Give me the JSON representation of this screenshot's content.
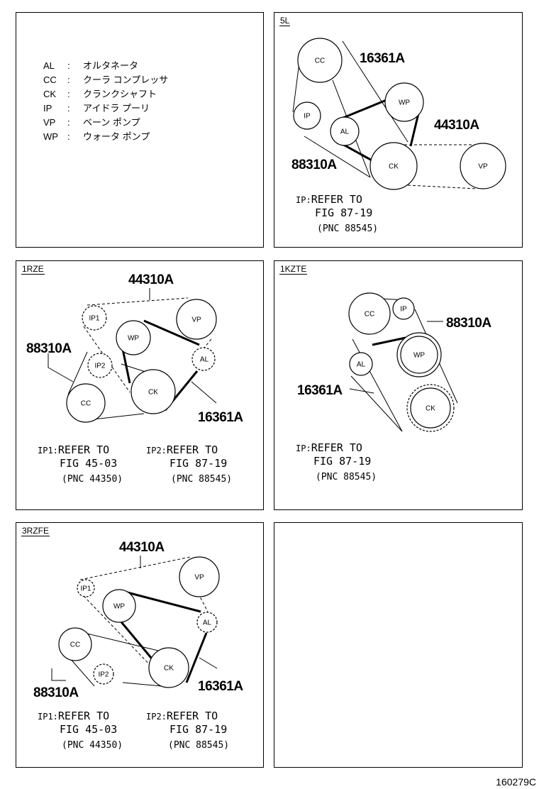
{
  "legend": [
    {
      "code": "AL",
      "sep": ":",
      "desc": "オルタネータ"
    },
    {
      "code": "CC",
      "sep": ":",
      "desc": "クーラ コンプレッサ"
    },
    {
      "code": "CK",
      "sep": ":",
      "desc": "クランクシャフト"
    },
    {
      "code": "IP",
      "sep": ":",
      "desc": "アイドラ プーリ"
    },
    {
      "code": "VP",
      "sep": ":",
      "desc": "ベーン ポンプ"
    },
    {
      "code": "WP",
      "sep": ":",
      "desc": "ウォータ ポンプ"
    }
  ],
  "panels": {
    "p5l": {
      "tag": "5L",
      "pulleys": {
        "cc": "CC",
        "ip": "IP",
        "wp": "WP",
        "al": "AL",
        "ck": "CK",
        "vp": "VP"
      },
      "labels": {
        "a": "16361A",
        "b": "44310A",
        "c": "88310A"
      },
      "note": {
        "key": "IP:",
        "line1": "REFER TO",
        "line2": "FIG 87-19",
        "line3": "(PNC 88545)"
      }
    },
    "p1rze": {
      "tag": "1RZE",
      "pulleys": {
        "ip1": "IP1",
        "wp": "WP",
        "vp": "VP",
        "ip2": "IP2",
        "al": "AL",
        "cc": "CC",
        "ck": "CK"
      },
      "labels": {
        "a": "44310A",
        "b": "88310A",
        "c": "16361A"
      },
      "note1": {
        "key": "IP1:",
        "line1": "REFER TO",
        "line2": "FIG 45-03",
        "line3": "(PNC 44350)"
      },
      "note2": {
        "key": "IP2:",
        "line1": "REFER TO",
        "line2": "FIG 87-19",
        "line3": "(PNC 88545)"
      }
    },
    "p1kzte": {
      "tag": "1KZTE",
      "pulleys": {
        "cc": "CC",
        "ip": "IP",
        "wp": "WP",
        "al": "AL",
        "ck": "CK"
      },
      "labels": {
        "a": "88310A",
        "b": "16361A"
      },
      "note": {
        "key": "IP:",
        "line1": "REFER TO",
        "line2": "FIG 87-19",
        "line3": "(PNC 88545)"
      }
    },
    "p3rzfe": {
      "tag": "3RZFE",
      "pulleys": {
        "ip1": "IP1",
        "vp": "VP",
        "wp": "WP",
        "al": "AL",
        "cc": "CC",
        "ck": "CK",
        "ip2": "IP2"
      },
      "labels": {
        "a": "44310A",
        "b": "88310A",
        "c": "16361A"
      },
      "note1": {
        "key": "IP1:",
        "line1": "REFER TO",
        "line2": "FIG 45-03",
        "line3": "(PNC 44350)"
      },
      "note2": {
        "key": "IP2:",
        "line1": "REFER TO",
        "line2": "FIG 87-19",
        "line3": "(PNC 88545)"
      }
    }
  },
  "footer": "160279C"
}
